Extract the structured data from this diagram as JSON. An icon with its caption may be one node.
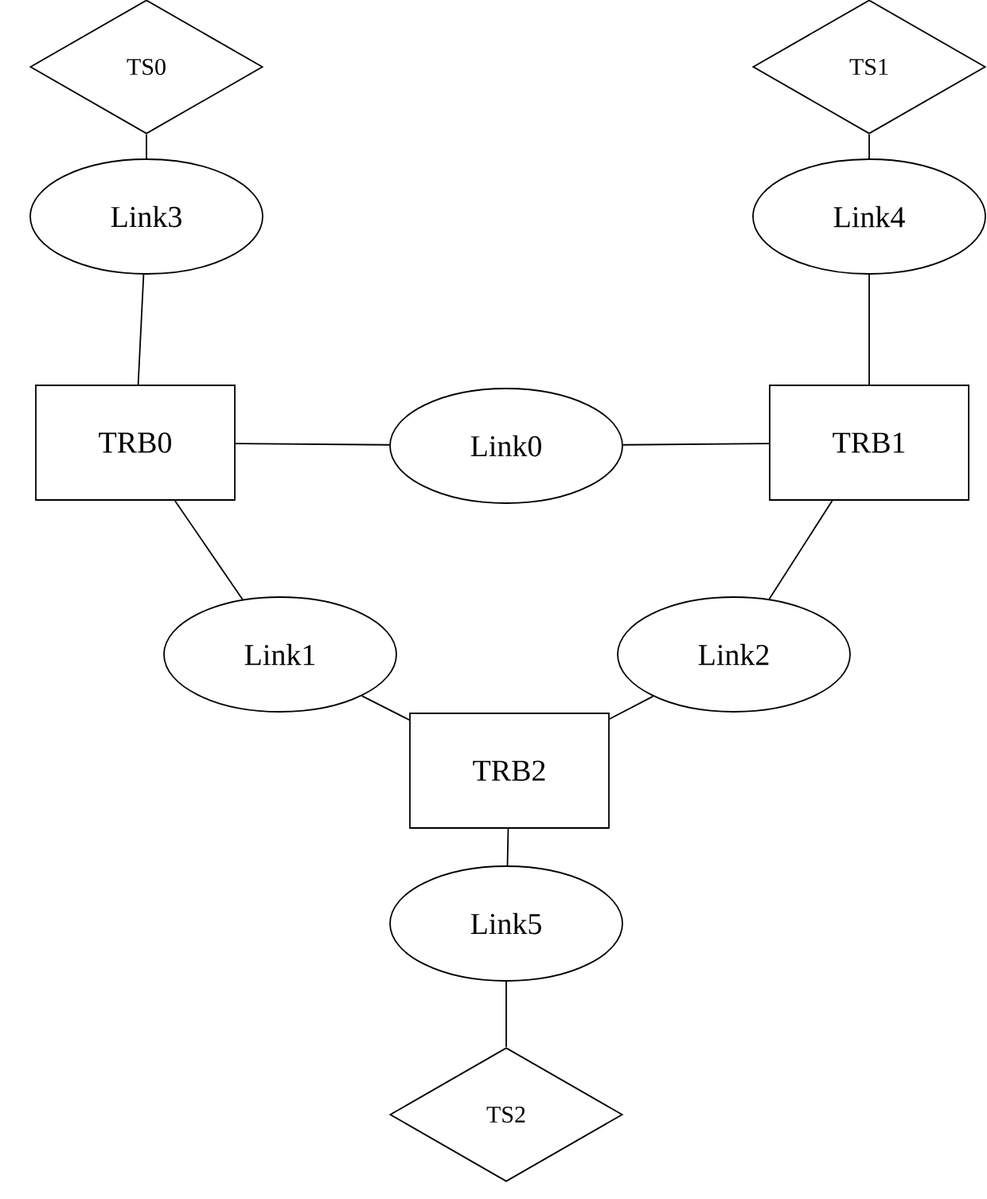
{
  "diagram": {
    "nodes": [
      {
        "text": [
          "TS0"
        ]
      },
      {
        "text": [
          "TS1"
        ]
      },
      {
        "text": [
          "Link3"
        ]
      },
      {
        "text": [
          "Link4"
        ]
      },
      {
        "text": [
          "TRB0"
        ]
      },
      {
        "text": [
          "Link0"
        ]
      },
      {
        "text": [
          "TRB1"
        ]
      },
      {
        "text": [
          "Link1"
        ]
      },
      {
        "text": [
          "Link2"
        ]
      },
      {
        "text": [
          "TRB2"
        ]
      },
      {
        "text": [
          "Link5"
        ]
      },
      {
        "text": [
          "TS2"
        ]
      }
    ],
    "edges": [
      {
        "from": 0,
        "to": 2,
        "arrow": "none"
      },
      {
        "from": 1,
        "to": 3,
        "arrow": "none"
      },
      {
        "from": 2,
        "to": 4,
        "arrow": "none"
      },
      {
        "from": 3,
        "to": 6,
        "arrow": "none"
      },
      {
        "from": 4,
        "to": 5,
        "arrow": "none"
      },
      {
        "from": 5,
        "to": 6,
        "arrow": "none"
      },
      {
        "from": 4,
        "to": 7,
        "arrow": "none"
      },
      {
        "from": 6,
        "to": 8,
        "arrow": "none"
      },
      {
        "from": 7,
        "to": 9,
        "arrow": "none"
      },
      {
        "from": 8,
        "to": 9,
        "arrow": "none"
      },
      {
        "from": 9,
        "to": 10,
        "arrow": "none"
      },
      {
        "from": 10,
        "to": 11,
        "arrow": "none"
      }
    ]
  }
}
